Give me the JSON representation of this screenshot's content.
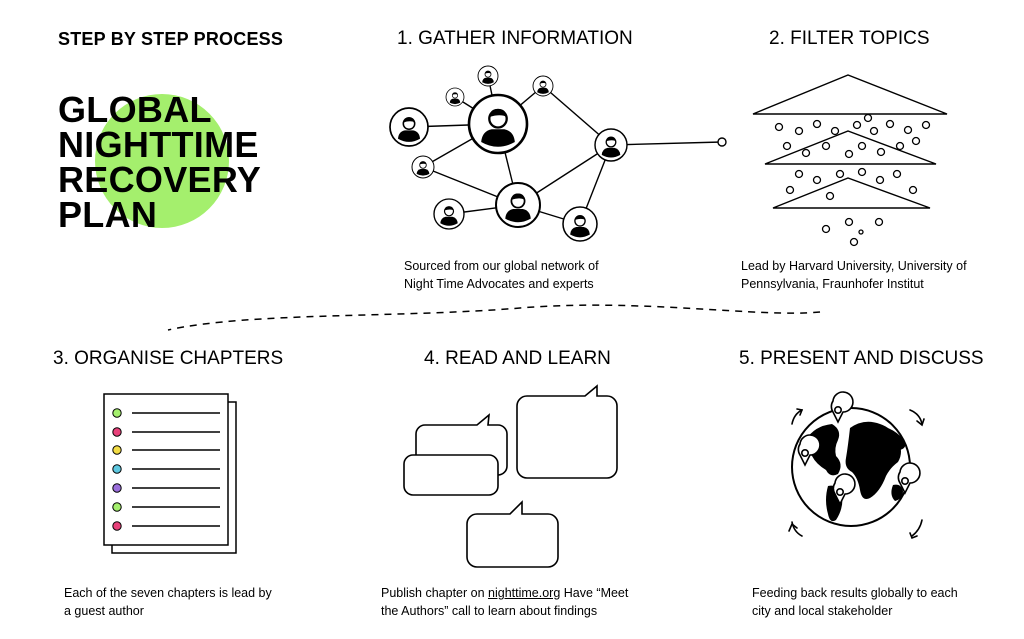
{
  "kicker": "STEP BY STEP PROCESS",
  "title": {
    "lines": [
      "GLOBAL",
      "NIGHTTIME",
      "RECOVERY",
      "PLAN"
    ]
  },
  "accent_color": "#a4ef6d",
  "steps": [
    {
      "heading": "1. GATHER INFORMATION",
      "caption": [
        "Sourced from our global network of",
        "Night Time Advocates and experts"
      ]
    },
    {
      "heading": "2. FILTER TOPICS",
      "caption": [
        "Lead by Harvard University, University of",
        "Pennsylvania, Fraunhofer Institut"
      ]
    },
    {
      "heading": "3. ORGANISE CHAPTERS",
      "caption": [
        "Each of the seven chapters is lead by",
        "a guest author"
      ]
    },
    {
      "heading": "4. READ AND LEARN",
      "caption_pre": "Publish chapter on ",
      "caption_link": "nighttime.org",
      "caption_post": " Have “Meet",
      "caption_line2": "the Authors” call to learn about findings"
    },
    {
      "heading": "5. PRESENT AND DISCUSS",
      "caption": [
        "Feeding back results globally to each",
        "city and local stakeholder"
      ]
    }
  ],
  "chapter_bullet_colors": [
    "#a4ef6d",
    "#e8417a",
    "#f2dc45",
    "#5ec8e0",
    "#9b6fdc",
    "#a4ef6d",
    "#e8417a"
  ],
  "icons": {
    "network": "people-network-icon",
    "filter": "filter-funnel-icon",
    "document": "chapter-list-document-icon",
    "chat": "speech-bubbles-icon",
    "globe": "globe-with-pins-icon"
  }
}
